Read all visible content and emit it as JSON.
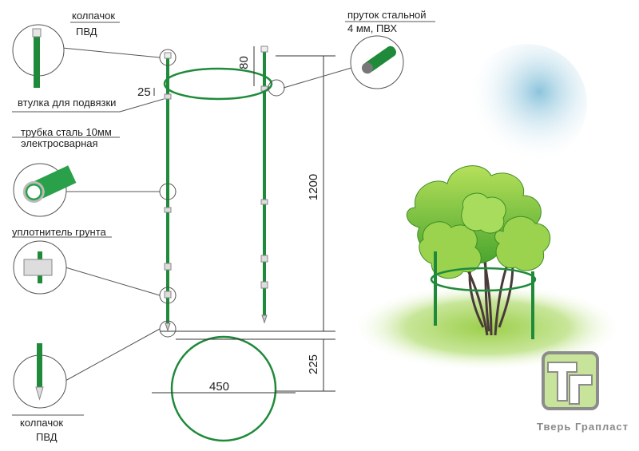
{
  "labels": {
    "cap_top": "колпачок",
    "cap_top_material": "ПВД",
    "rod": "пруток стальной",
    "rod_spec": "4 мм, ПВХ",
    "sleeve": "втулка для подвязки",
    "tube": "трубка сталь 10мм",
    "tube_spec": "электросварная",
    "soil": "уплотнитель грунта",
    "cap_bottom": "колпачок",
    "cap_bottom_material": "ПВД"
  },
  "dimensions": {
    "height": "1200",
    "top_offset": "80",
    "sleeve_offset": "25",
    "ground_depth": "225",
    "diameter": "450"
  },
  "brand": {
    "logo_letters": "ТГ",
    "name": "Тверь Грапласт"
  },
  "colors": {
    "pole": "#1f8a3a",
    "logo_fill": "#c8e39a",
    "logo_border": "#8c8c8c"
  }
}
